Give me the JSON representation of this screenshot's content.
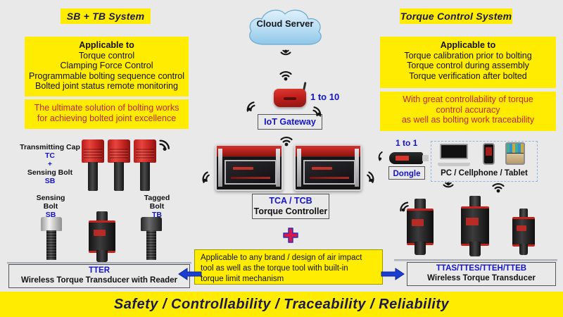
{
  "background": "#e9e9ea",
  "colors": {
    "yellow": "#ffec00",
    "navy": "#1a1a4e",
    "blue": "#1414c8",
    "red_text": "#c1272d",
    "device_red": "#c0201c"
  },
  "left_system": {
    "title": "SB + TB  System",
    "panel_header": "Applicable to",
    "panel_items": [
      "Torque control",
      "Clamping Force Control",
      "Programmable bolting sequence control",
      "Bolted joint status remote monitoring"
    ],
    "tagline_lines": [
      "The ultimate solution of bolting works",
      "for achieving bolted joint excellence"
    ],
    "labels": {
      "transmitting_cap": "Transmitting Cap",
      "transmitting_cap_code": "TC",
      "plus": "+",
      "sensing_bolt": "Sensing Bolt",
      "sensing_bolt_code": "SB",
      "sensing_bolt_2_line1": "Sensing",
      "sensing_bolt_2_line2": "Bolt",
      "sensing_bolt_2_code": "SB",
      "tagged_bolt_line1": "Tagged",
      "tagged_bolt_line2": "Bolt",
      "tagged_bolt_code": "TB"
    },
    "caption": {
      "code": "TTER",
      "name": "Wireless Torque Transducer with Reader"
    }
  },
  "right_system": {
    "title": "Torque Control System",
    "panel_header": "Applicable to",
    "panel_items": [
      "Torque calibration prior to bolting",
      "Torque control during assembly",
      "Torque verification after bolted"
    ],
    "tagline_lines": [
      "With great controllability of torque",
      "control accuracy",
      "as well as bolting work traceability"
    ],
    "dongle": {
      "ratio": "1 to 1",
      "label": "Dongle"
    },
    "devices_label": "PC / Cellphone / Tablet",
    "caption": {
      "code": "TTAS/TTES/TTEH/TTEB",
      "name": "Wireless Torque Transducer"
    }
  },
  "center": {
    "cloud_label": "Cloud Server",
    "gateway_label": "IoT Gateway",
    "gateway_ratio": "1 to 10",
    "controller_code": "TCA / TCB",
    "controller_name": "Torque Controller",
    "note_lines": [
      "Applicable to any brand / design of air impact",
      "tool as well as the torque tool with built-in",
      "torque limit mechanism"
    ]
  },
  "banner": {
    "text": "Safety  /  Controllability  /  Traceability  /  Reliability"
  }
}
